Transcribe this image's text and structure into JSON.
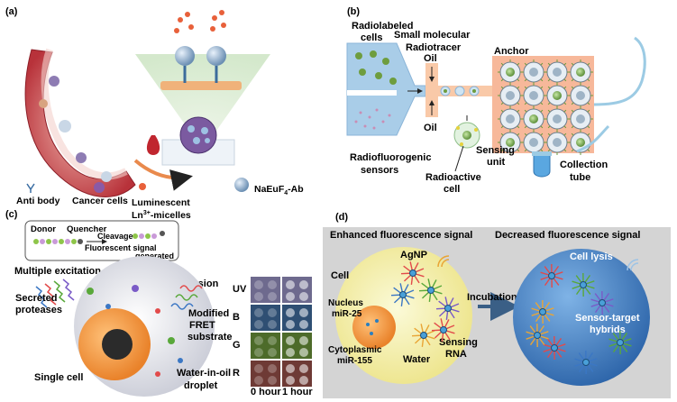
{
  "panels": {
    "a": {
      "tag": "(a)",
      "legend": {
        "antibody": "Anti body",
        "cancer": "Cancer cells",
        "lum1": "Luminescent",
        "lum2": "Ln",
        "lum2_sup": "3+",
        "lum2_tail": "-micelles",
        "naeuf_a": "NaEuF",
        "naeuf_sub": "4",
        "naeuf_b": "-Ab"
      }
    },
    "b": {
      "tag": "(b)",
      "radiolabeled1": "Radiolabeled",
      "radiolabeled2": "cells",
      "smallmol1": "Small molecular",
      "smallmol2": "Radiotracer",
      "anchor": "Anchor",
      "oil_top": "Oil",
      "oil_bottom": "Oil",
      "radiofluoro1": "Radiofluorogenic",
      "radiofluoro2": "sensors",
      "sensing1": "Sensing",
      "sensing2": "unit",
      "radioactive1": "Radioactive",
      "radioactive2": "cell",
      "collection1": "Collection",
      "collection2": "tube"
    },
    "c": {
      "tag": "(c)",
      "donor": "Donor",
      "quencher": "Quencher",
      "cleavage": "Cleavage",
      "fluor1": "Fluorescent signal",
      "fluor2": "generated",
      "multi_exc": "Multiple excitation",
      "multi_emi": "Multiple emission",
      "secreted1": "Secreted",
      "secreted2": "proteases",
      "modified1": "Modified",
      "modified2": "FRET",
      "modified3": "substrate",
      "single_cell": "Single cell",
      "water_oil1": "Water-in-oil",
      "water_oil2": "droplet",
      "channels": [
        "UV",
        "B",
        "G",
        "R"
      ],
      "time0": "0 hour",
      "time1": "1 hour"
    },
    "d": {
      "tag": "(d)",
      "enhanced": "Enhanced fluorescence signal",
      "decreased": "Decreased fluorescence signal",
      "agnp": "AgNP",
      "cell": "Cell",
      "nucleus1": "Nucleus",
      "nucleus2": "miR-25",
      "cyto1": "Cytoplasmic",
      "cyto2": "miR-155",
      "water": "Water",
      "sensing1": "Sensing",
      "sensing2": "RNA",
      "incubation": "Incubation",
      "lysis": "Cell lysis",
      "hybrids1": "Sensor-target",
      "hybrids2": "hybrids"
    }
  },
  "colors": {
    "blood": "#b8323a",
    "channel_blue": "#a9cde8",
    "orange_cell": "#f0923a",
    "yellow_drop": "#f3f0a8",
    "blue_drop": "#3f7fc4",
    "panel_d_bg": "#d4d4d4",
    "uv": "#6e6a8e",
    "b": "#2f4f73",
    "g": "#4d6b2a",
    "r": "#6e3a35"
  }
}
